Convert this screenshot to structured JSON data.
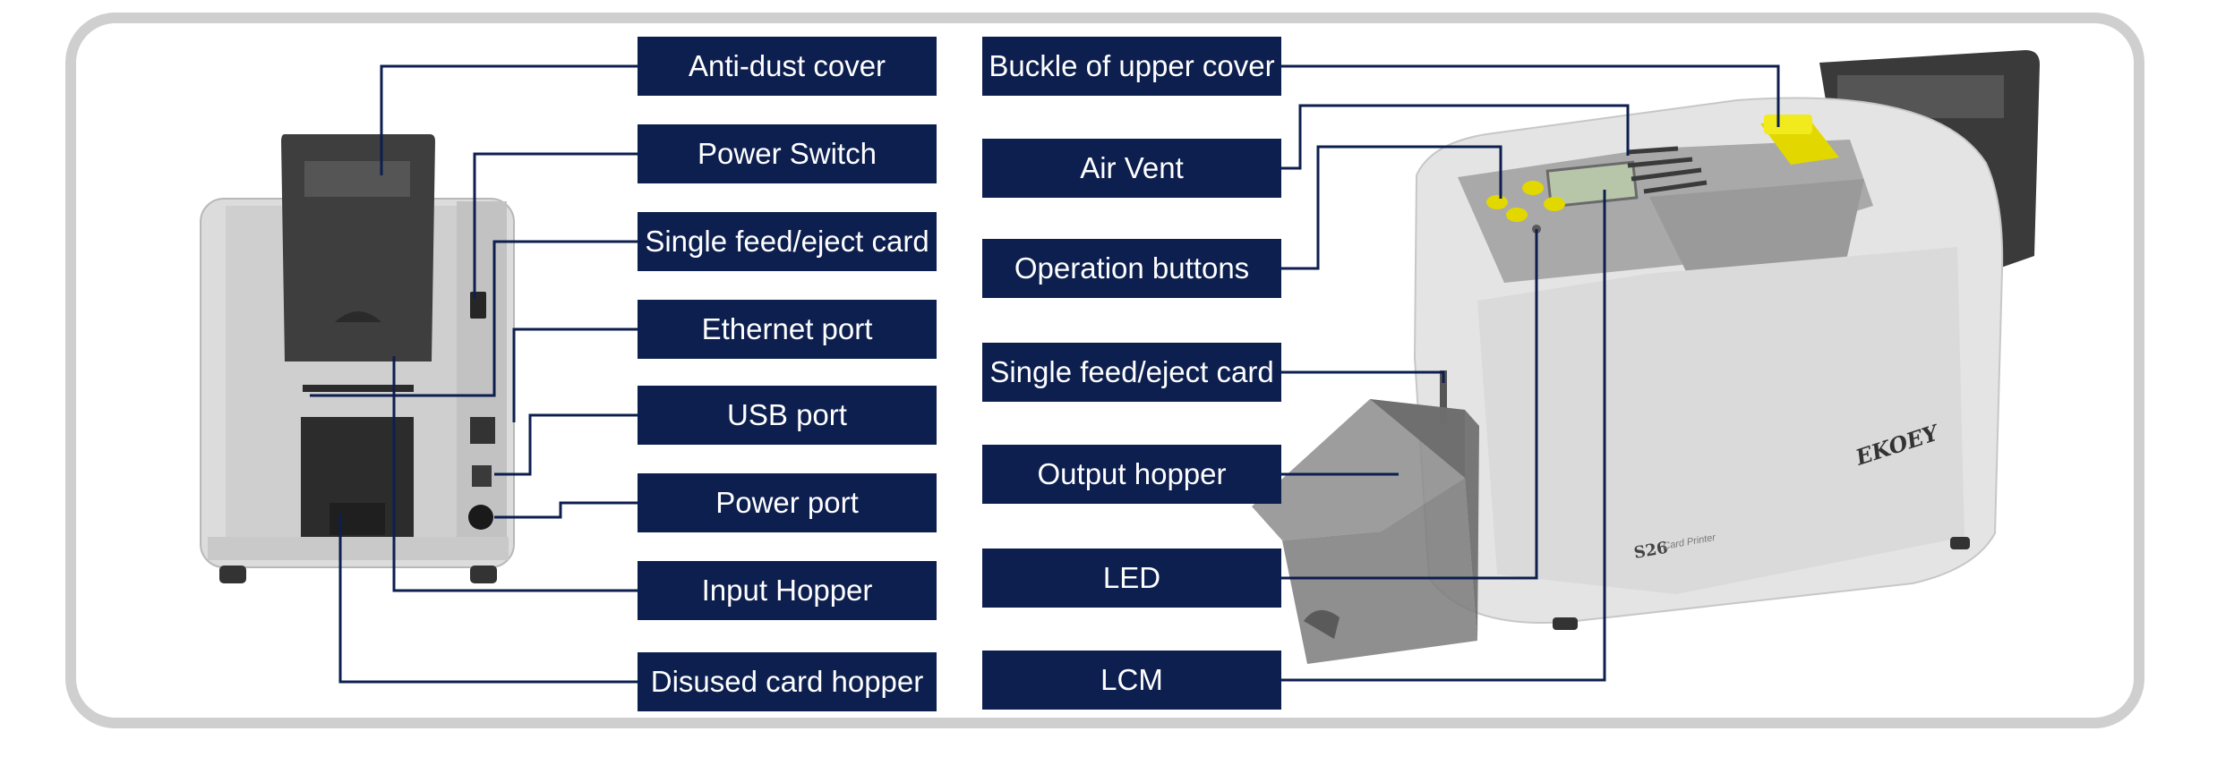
{
  "labels_left": [
    "Anti-dust cover",
    "Power Switch",
    "Single feed/eject card",
    "Ethernet port",
    "USB port",
    "Power port",
    "Input Hopper",
    "Disused card hopper"
  ],
  "labels_right": [
    "Buckle of upper cover",
    "Air Vent",
    "Operation buttons",
    "Single feed/eject card",
    "Output hopper",
    "LED",
    "LCM"
  ],
  "printer_brand": "EKOEY",
  "printer_model": "S26",
  "printer_model_sub": "Card Printer",
  "colors": {
    "label_bg": "#0d1f4f",
    "label_text": "#ffffff",
    "leader_line": "#0d1f4f",
    "button_yellow": "#e2d800",
    "frame": "#cfcfcf"
  }
}
